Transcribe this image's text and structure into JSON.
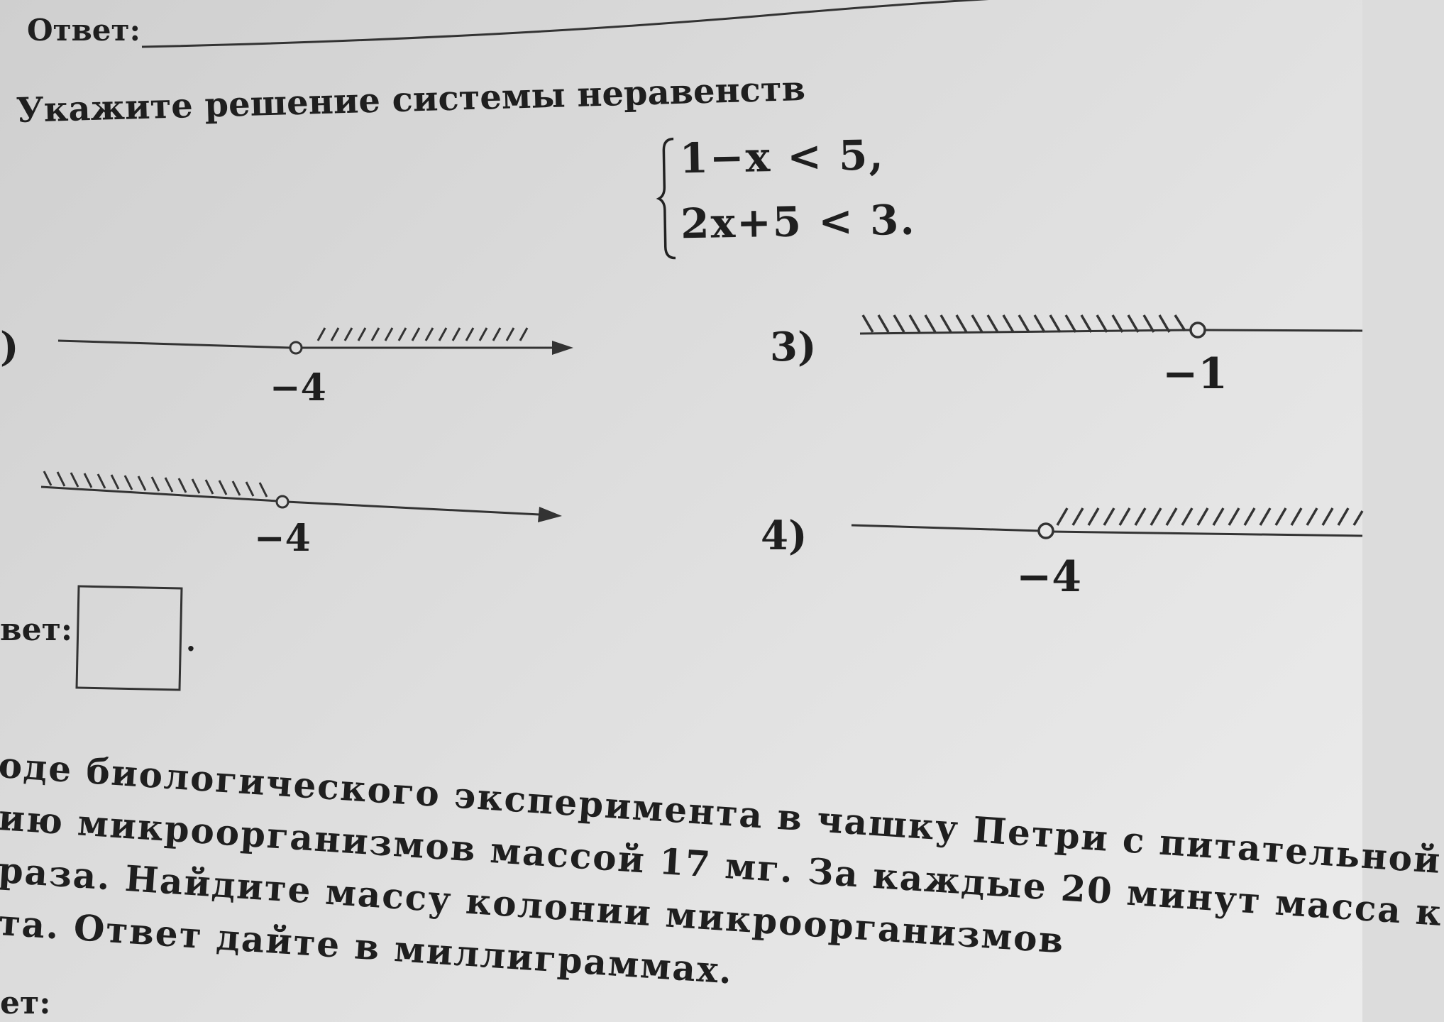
{
  "header": {
    "answer_label": "Ответ:"
  },
  "task": {
    "prompt": "Укажите решение системы неравенств",
    "system": [
      "1−x < 5,",
      "2x+5 < 3."
    ]
  },
  "options": [
    {
      "number": ")",
      "tick": "−4"
    },
    {
      "number": "",
      "tick": "−4"
    },
    {
      "number": "3)",
      "tick": "−1"
    },
    {
      "number": "4)",
      "tick": "−4"
    }
  ],
  "answer_section": {
    "label": "вет:",
    "dot": "."
  },
  "next_problem": {
    "lines": [
      "оде биологического эксперимента в чашку Петри с питательной",
      "ию микроорганизмов массой 17 мг. За каждые 20 минут масса к",
      "раза. Найдите массу колонии микроорганизмов",
      "та. Ответ дайте в миллиграммах."
    ],
    "answer_label": "ет:"
  }
}
